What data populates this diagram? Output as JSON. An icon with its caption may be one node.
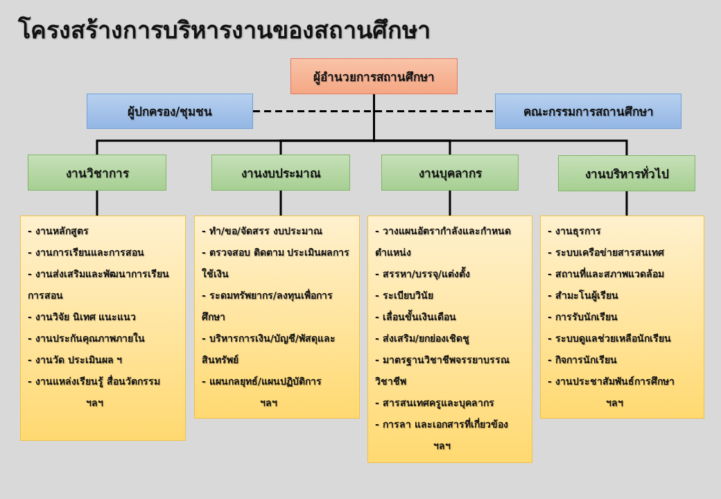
{
  "diagram": {
    "title": "โครงสร้างการบริหารงานของสถานศึกษา",
    "nodes": [
      {
        "text": [
          "ผู้อำนวยการสถานศึกษา"
        ]
      },
      {
        "text": [
          "ผู้ปกครอง/ชุมชน"
        ]
      },
      {
        "text": [
          "คณะกรรมการสถานศึกษา"
        ]
      },
      {
        "text": [
          "งานวิชาการ"
        ]
      },
      {
        "text": [
          "งานงบประมาณ"
        ]
      },
      {
        "text": [
          "งานบุคลากร"
        ]
      },
      {
        "text": [
          "งานบริหารทั่วไป"
        ]
      },
      {
        "text": [
          "- งานหลักสูตร",
          "- งานการเรียนและการสอน",
          "- งานส่งเสริมและพัฒนาการเรียนการสอน",
          "- งานวิจัย นิเทศ แนะแนว",
          "- งานประกันคุณภาพภายใน",
          "- งานวัด ประเมินผล ฯ",
          "- งานแหล่งเรียนรู้ สื่อนวัตกรรม",
          "ฯลฯ"
        ]
      },
      {
        "text": [
          "- ทำ/ขอ/จัดสรร งบประมาณ",
          "- ตรวจสอบ ติดตาม ประเมินผลการใช้เงิน",
          "- ระดมทรัพยากร/ลงทุนเพื่อการศึกษา",
          "- บริหารการเงิน/บัญชี/พัสดุและสินทรัพย์",
          "- แผนกลยุทธ์/แผนปฏิบัติการ",
          "ฯลฯ"
        ]
      },
      {
        "text": [
          "- วางแผนอัตรากำลังและกำหนดตำแหน่ง",
          "- สรรหา/บรรจุ/แต่งตั้ง",
          "- ระเบียบวินัย",
          "- เลื่อนขั้นเงินเดือน",
          "- ส่งเสริม/ยกย่องเชิดชู",
          "- มาตรฐานวิชาชีพจรรยาบรรณวิชาชีพ",
          "- สารสนเทศครูและบุคลากร",
          "- การลา และเอกสารที่เกี่ยวข้อง",
          "ฯลฯ"
        ]
      },
      {
        "text": [
          "- งานธุรการ",
          "- ระบบเครือข่ายสารสนเทศ",
          "- สถานที่และสภาพแวดล้อม",
          "- สำมะโนผู้เรียน",
          "- การรับนักเรียน",
          "- ระบบดูแลช่วยเหลือนักเรียน",
          "- กิจการนักเรียน",
          "- งานประชาสัมพันธ์การศึกษา",
          "ฯลฯ"
        ]
      }
    ],
    "edges": [
      {
        "from": 1,
        "to": 2,
        "arrow": "none",
        "style": "dashed"
      },
      {
        "from": 0,
        "to": 3,
        "arrow": "none"
      },
      {
        "from": 0,
        "to": 4,
        "arrow": "none"
      },
      {
        "from": 0,
        "to": 5,
        "arrow": "none"
      },
      {
        "from": 0,
        "to": 6,
        "arrow": "none"
      },
      {
        "from": 3,
        "to": 7,
        "arrow": "none"
      },
      {
        "from": 4,
        "to": 8,
        "arrow": "none"
      },
      {
        "from": 5,
        "to": 9,
        "arrow": "none"
      },
      {
        "from": 6,
        "to": 10,
        "arrow": "none"
      }
    ]
  }
}
